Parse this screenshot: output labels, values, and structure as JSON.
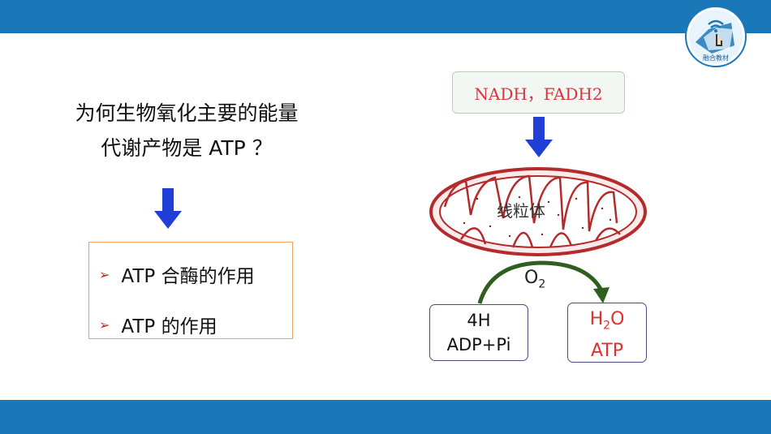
{
  "logo": {
    "text": "融合教材"
  },
  "question": {
    "line1": "为何生物氧化主要的能量",
    "line2": "代谢产物是 ATP ？"
  },
  "bullets": [
    {
      "marker": "➢",
      "text": "ATP 合酶的作用"
    },
    {
      "marker": "➢",
      "text": "ATP 的作用"
    }
  ],
  "diagram": {
    "source_label": "NADH，FADH2",
    "organelle_label": "线粒体",
    "oxygen": {
      "base": "O",
      "sub": "2"
    },
    "reactants": {
      "line1": "4H",
      "line2": "ADP+Pi"
    },
    "products": {
      "water_base": "H",
      "water_sub": "2",
      "water_tail": "O",
      "line2": "ATP"
    }
  },
  "colors": {
    "bar": "#1a78b8",
    "arrow": "#1f3fd6",
    "accent_red": "#d6373a",
    "curve_green": "#2f5f1f"
  }
}
